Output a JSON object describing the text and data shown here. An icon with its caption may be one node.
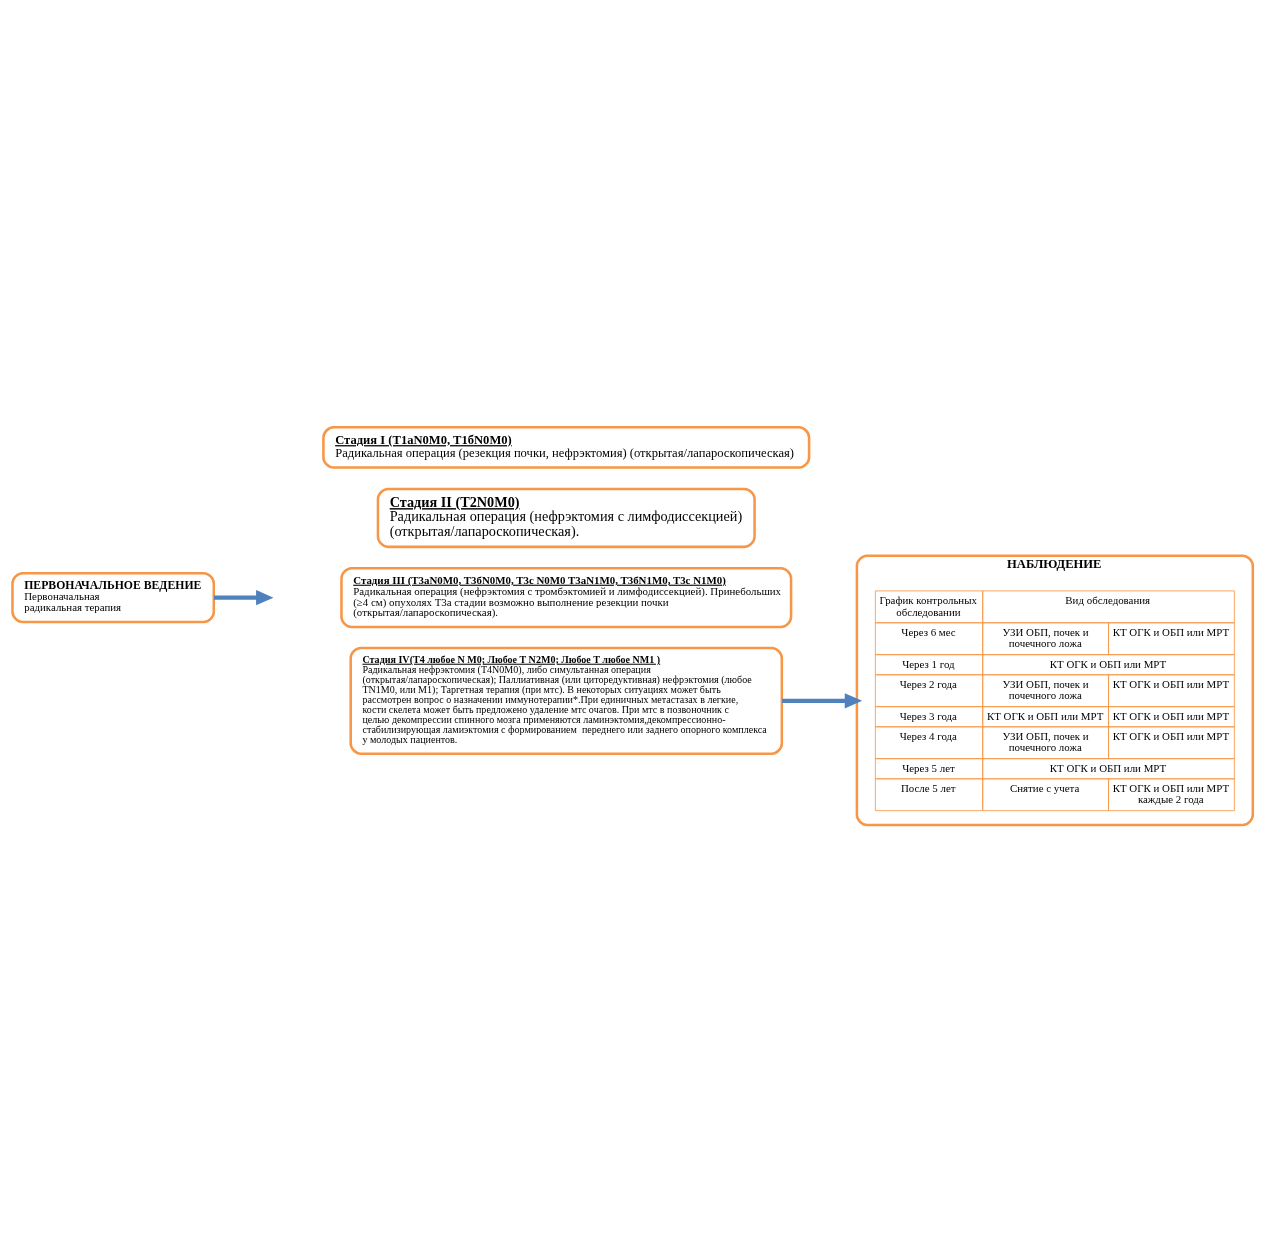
{
  "diagram": {
    "nodes": [
      {
        "text": [
          "ПЕРВОНАЧАЛЬНОЕ ВЕДЕНИЕ",
          "Первоначальная радикальная терапия"
        ]
      },
      {
        "text": [
          "Стадия I (T1aN0M0, T1бN0M0)",
          "Радикальная операция (резекция почки, нефрэктомия) (открытая/лапароскопическая)"
        ]
      },
      {
        "text": [
          "Стадия II (T2N0M0)",
          "Радикальная операция (нефрэктомия с лимфодиссекцией) (открытая/лапароскопическая)."
        ]
      },
      {
        "text": [
          "Стадия III (T3aN0M0, T3бN0M0, T3c N0M0 T3aN1M0, T3бN1M0, T3c N1M0)",
          "Радикальная операция (нефрэктомия с тромбэктомией и лимфодиссекцией). Принебольших (≥4 см) опухолях T3a стадии возможно выполнение резекции почки (открытая/лапароскопическая)."
        ]
      },
      {
        "text": [
          "Стадия IV(T4 любое N M0; Любое T N2M0; Любое T любое NM1 )",
          "Радикальная нефрэктомия (T4N0M0), либо симультанная операция (открытая/лапароскопическая); Паллиативная (или циторедуктивная) нефрэктомия (любое TN1M0, или M1); Таргетная терапия (при мтс). В некоторых ситуациях может быть рассмотрен вопрос о назначении иммунотерапии*.При единичных метастазах в легкие, кости скелета может быть предложено удаление мтс очагов. При мтс в позвоночник с целью декомпрессии спинного мозга применяются ламинэктомия,декомпрессионно-стабилизирующая ламиэктомия с формированием  переднего или заднего опорного комплекса у молодых пациентов."
        ]
      },
      {
        "text": [
          "НАБЛЮДЕНИЕ"
        ]
      }
    ],
    "edges": [
      {
        "from": 0,
        "to": null,
        "arrow": "to"
      },
      {
        "from": 4,
        "to": 5,
        "arrow": "to"
      }
    ],
    "labels": [
      "График контрольных обследовании",
      "Вид обследования",
      "Через 6 мес",
      "УЗИ ОБП, почек и почечного ложа",
      "КТ ОГК и ОБП или МРТ",
      "Через 1 год",
      "КТ ОГК и ОБП или МРТ",
      "Через 2 года",
      "УЗИ ОБП, почек и почечного ложа",
      "КТ ОГК и ОБП или МРТ",
      "Через 3 года",
      "КТ ОГК и ОБП или МРТ",
      "КТ ОГК и ОБП или МРТ",
      "Через 4 года",
      "УЗИ ОБП, почек и почечного ложа",
      "КТ ОГК и ОБП или МРТ",
      "Через 5 лет",
      "КТ ОГК и ОБП или МРТ",
      "После 5 лет",
      "Снятие с учета",
      "КТ ОГК и ОБП или МРТ каждые 2 года"
    ]
  }
}
